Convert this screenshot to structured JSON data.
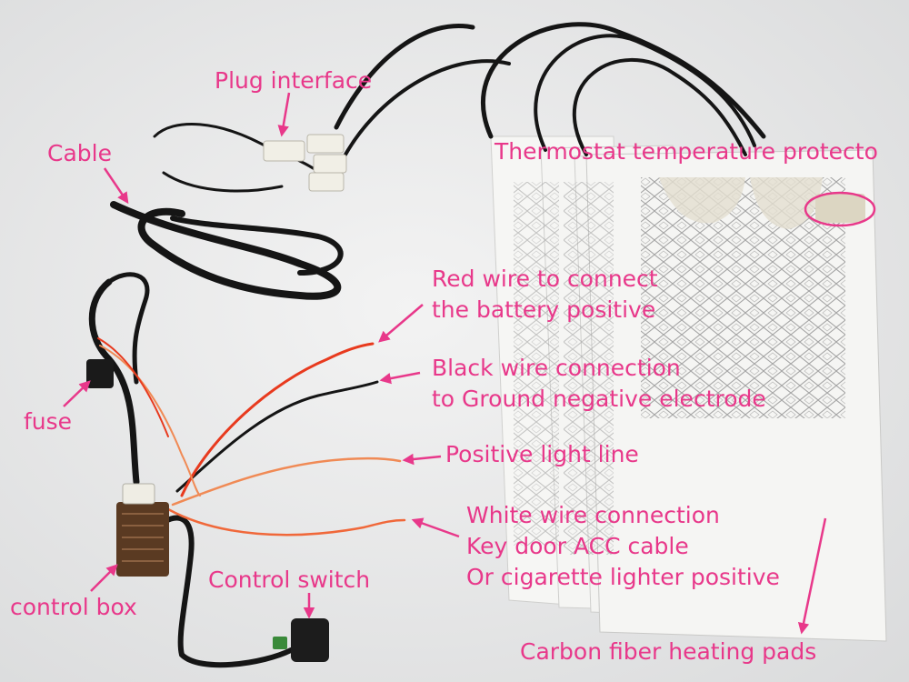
{
  "labels": {
    "plug_interface": "Plug interface",
    "cable": "Cable",
    "thermostat": "Thermostat temperature protecto",
    "red_wire": [
      "Red wire to connect",
      "the battery positive"
    ],
    "black_wire": [
      "Black wire connection",
      "to Ground negative electrode"
    ],
    "fuse": "fuse",
    "positive_light": "Positive light line",
    "white_wire": [
      "White wire connection",
      "Key door ACC cable",
      "Or cigarette lighter positive"
    ],
    "control_switch": "Control switch",
    "control_box": "control box",
    "heating_pads": "Carbon fiber heating pads"
  },
  "colors": {
    "annotation": "#e8388a",
    "background": "#eceded",
    "cable": "#151515",
    "red_wire": "#e83a1e",
    "orange_wire": "#f08a55",
    "pad": "#f4f4f2"
  }
}
